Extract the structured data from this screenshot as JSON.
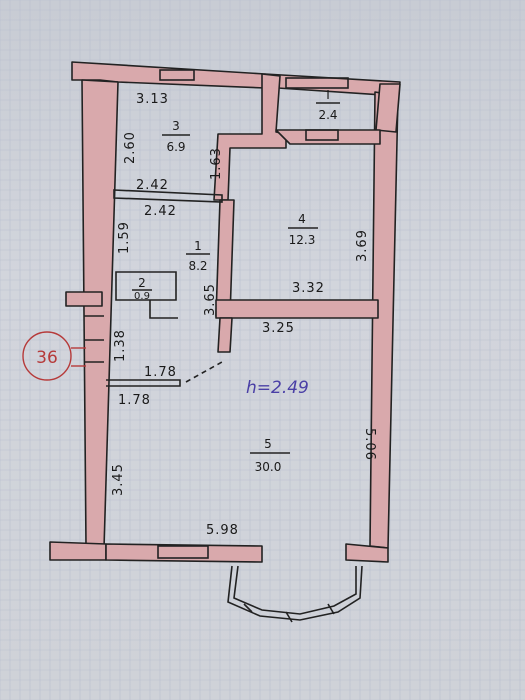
{
  "plan": {
    "apartment_number": "36",
    "ceiling_height": "h=2.49",
    "rooms": [
      {
        "id": "1",
        "area": "8.2"
      },
      {
        "id": "2",
        "area": "0.9"
      },
      {
        "id": "3",
        "area": "6.9"
      },
      {
        "id": "4",
        "area": "12.3"
      },
      {
        "id": "5",
        "area": "30.0"
      },
      {
        "id": "I",
        "area": "2.4"
      }
    ],
    "dimensions": {
      "room3_top": "3.13",
      "room3_left": "2.60",
      "room3_right": "1.63",
      "room3_bottom": "2.42",
      "room1_top": "2.42",
      "room1_left": "1.59",
      "room1_right": "3.65",
      "corridor_left": "1.38",
      "corridor_width": "1.78",
      "corridor_bottom": "1.78",
      "room4_right": "3.69",
      "room4_bottom": "3.32",
      "room5_top": "3.25",
      "room5_right": "5.06",
      "room5_left": "3.45",
      "room5_bottom": "5.98"
    },
    "colors": {
      "wall_fill": "#d9a9ac",
      "ink": "#222222",
      "stamp": "#b63a3a",
      "height_label": "#4a3fa6"
    }
  }
}
